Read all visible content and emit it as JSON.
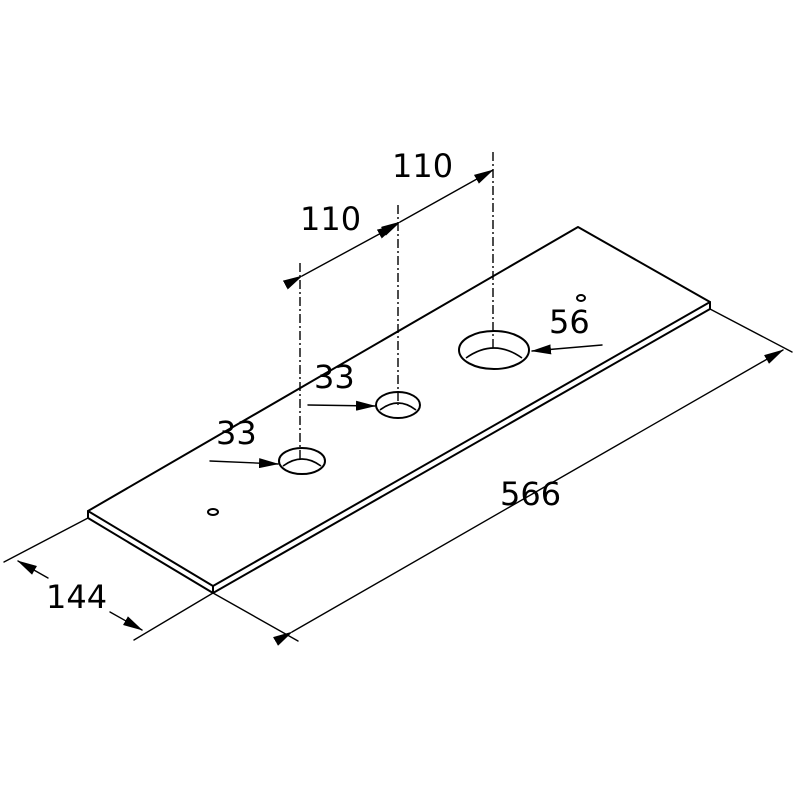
{
  "dimensions": {
    "length": "566",
    "width": "144",
    "spacing_1": "110",
    "spacing_2": "110",
    "hole_small_1": "33",
    "hole_small_2": "33",
    "hole_large": "56"
  },
  "colors": {
    "line": "#000000",
    "background": "#ffffff"
  }
}
